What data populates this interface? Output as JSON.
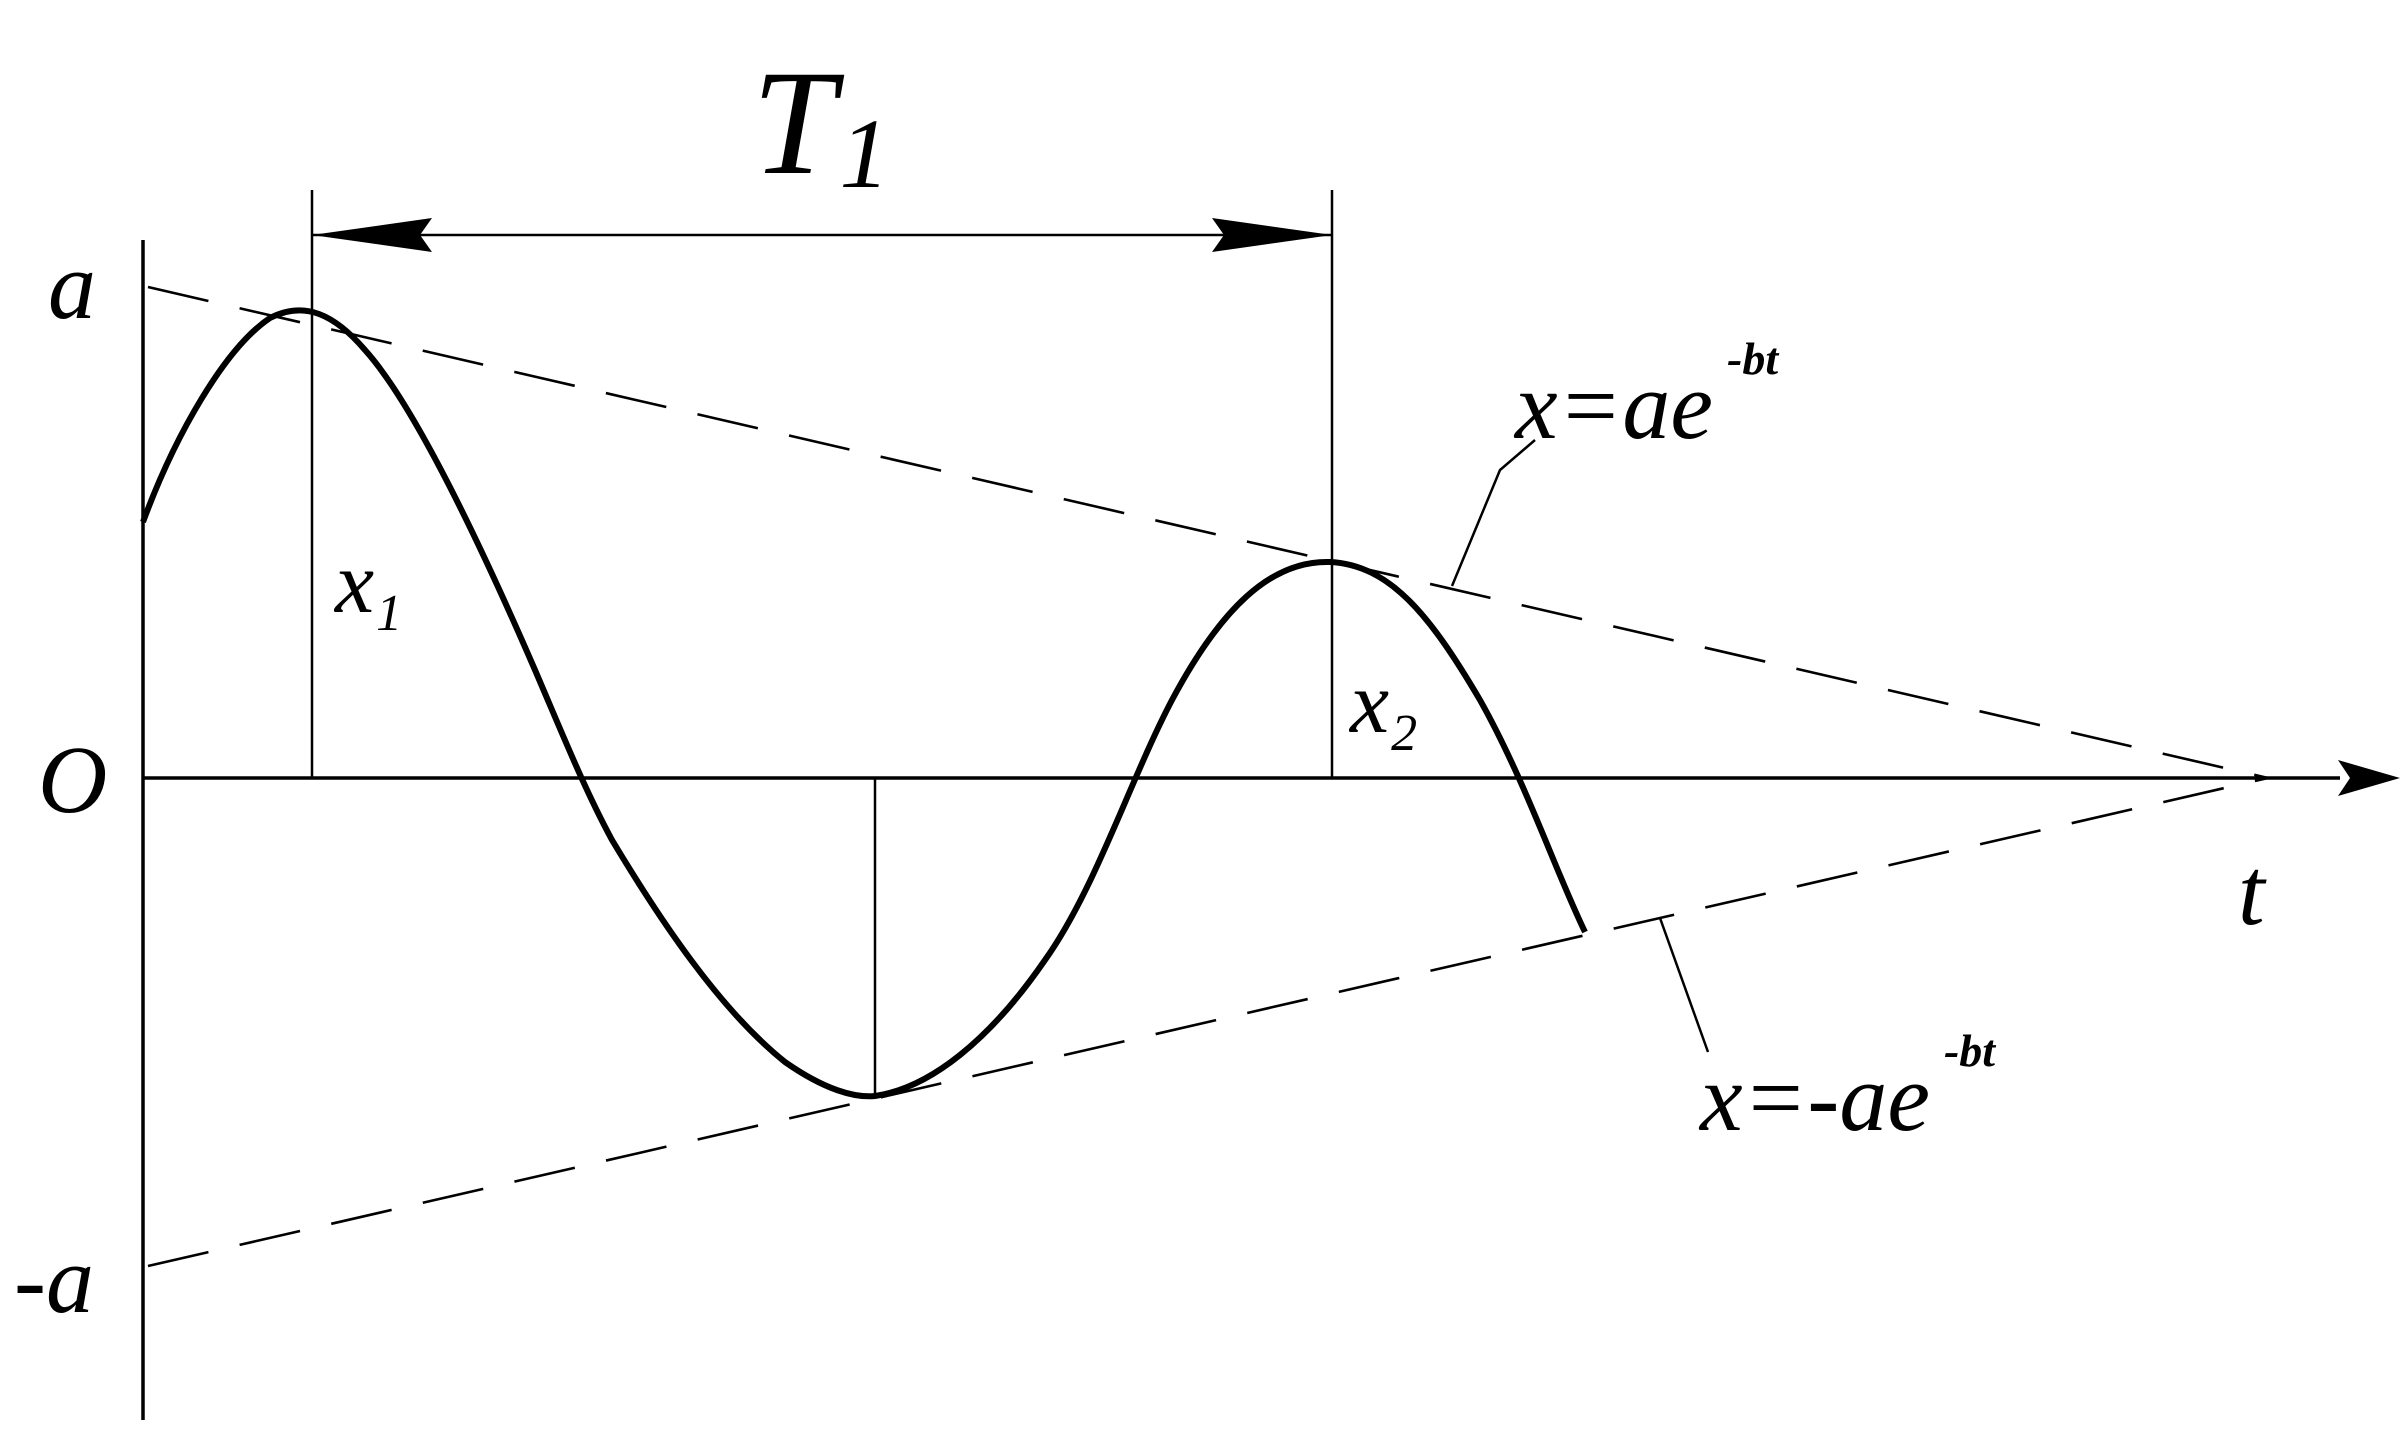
{
  "diagram": {
    "period_label": {
      "main": "T",
      "sub": "1"
    },
    "axis_labels": {
      "origin": "O",
      "time": "t",
      "amplitude_top": "a",
      "amplitude_bottom": "-a"
    },
    "peak_labels": [
      {
        "main": "x",
        "sub": "1"
      },
      {
        "main": "x",
        "sub": "2"
      }
    ],
    "envelope_labels": {
      "upper": {
        "main": "x=ae",
        "sup": "-bt"
      },
      "lower": {
        "main": "x=-ae",
        "sup": "-bt"
      }
    }
  }
}
